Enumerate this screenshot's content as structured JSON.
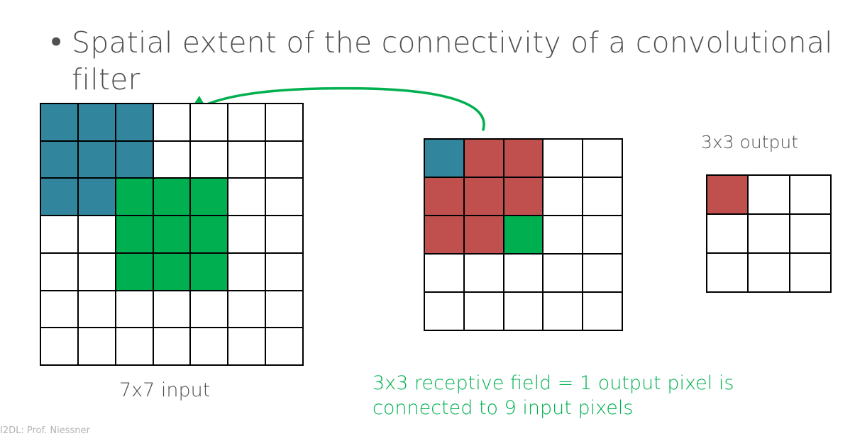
{
  "slide": {
    "bullet_symbol": "•",
    "bullet_text": "Spatial extent of the connectivity of a convolutional filter",
    "footer": "I2DL: Prof. Niessner"
  },
  "colors": {
    "blue": "#31859C",
    "green": "#00B050",
    "red": "#C0504D",
    "text": "#505050"
  },
  "grids": {
    "input": {
      "label": "7x7 input",
      "rows": 7,
      "cols": 7,
      "cells": [
        [
          "blue",
          "blue",
          "blue",
          "white",
          "white",
          "white",
          "white"
        ],
        [
          "blue",
          "blue",
          "blue",
          "white",
          "white",
          "white",
          "white"
        ],
        [
          "blue",
          "blue",
          "green",
          "green",
          "green",
          "white",
          "white"
        ],
        [
          "white",
          "white",
          "green",
          "green",
          "green",
          "white",
          "white"
        ],
        [
          "white",
          "white",
          "green",
          "green",
          "green",
          "white",
          "white"
        ],
        [
          "white",
          "white",
          "white",
          "white",
          "white",
          "white",
          "white"
        ],
        [
          "white",
          "white",
          "white",
          "white",
          "white",
          "white",
          "white"
        ]
      ]
    },
    "middle": {
      "label": "",
      "rows": 5,
      "cols": 5,
      "cells": [
        [
          "blue",
          "red",
          "red",
          "white",
          "white"
        ],
        [
          "red",
          "red",
          "red",
          "white",
          "white"
        ],
        [
          "red",
          "red",
          "green",
          "white",
          "white"
        ],
        [
          "white",
          "white",
          "white",
          "white",
          "white"
        ],
        [
          "white",
          "white",
          "white",
          "white",
          "white"
        ]
      ]
    },
    "output": {
      "label": "3x3 output",
      "rows": 3,
      "cols": 3,
      "cells": [
        [
          "red",
          "white",
          "white"
        ],
        [
          "white",
          "white",
          "white"
        ],
        [
          "white",
          "white",
          "white"
        ]
      ]
    }
  },
  "annotation": {
    "line1": "3x3 receptive field = 1 output pixel is",
    "line2": "connected to 9 input pixels"
  }
}
